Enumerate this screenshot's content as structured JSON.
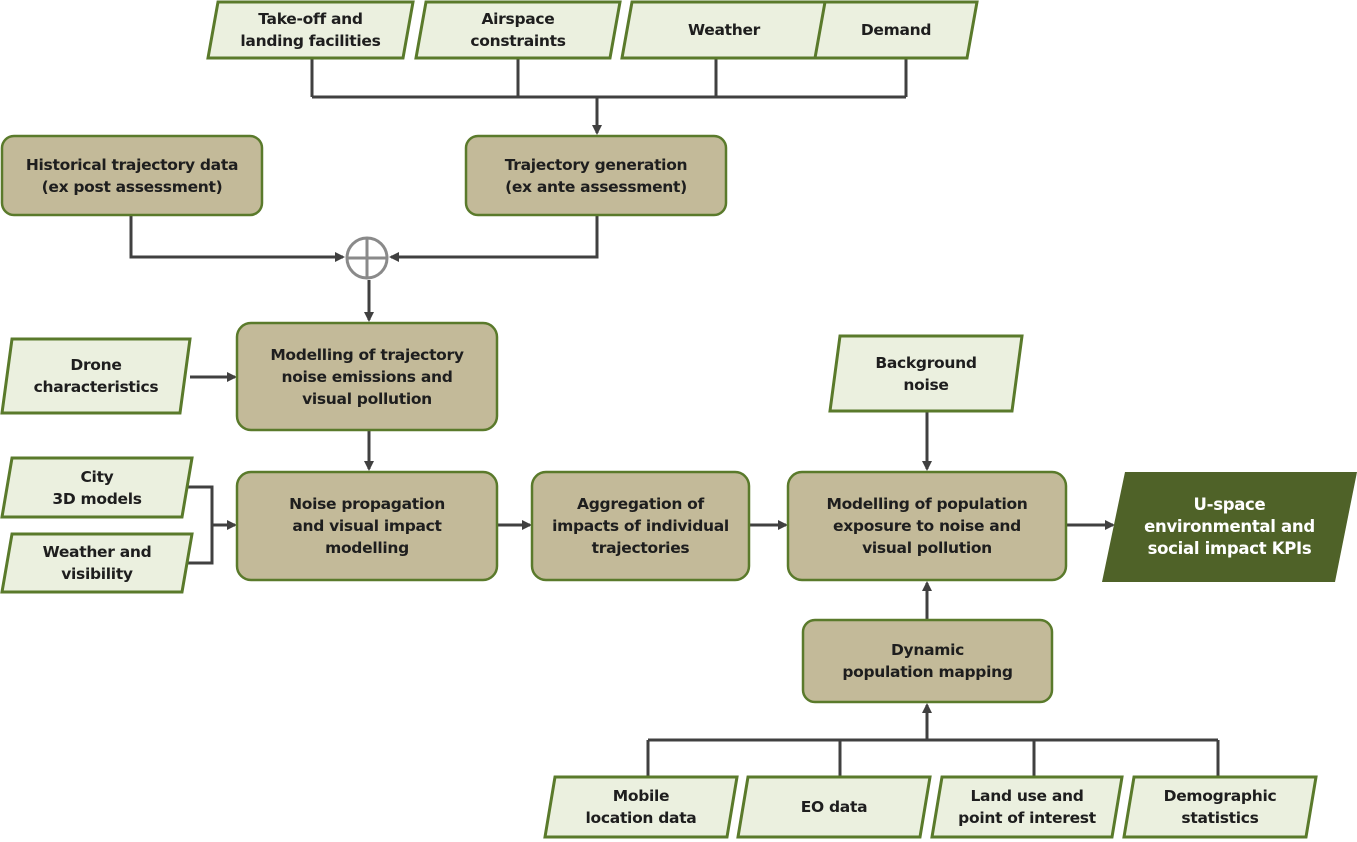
{
  "inputs_top": [
    "Take-off and\nlanding facilities",
    "Airspace\nconstraints",
    "Weather",
    "Demand"
  ],
  "processes": {
    "historical": "Historical trajectory data\n(ex post assessment)",
    "generation": "Trajectory generation\n(ex ante assessment)",
    "emissions": "Modelling of trajectory\nnoise emissions and\nvisual pollution",
    "propagation": "Noise propagation\nand visual impact\nmodelling",
    "aggregation": "Aggregation of\nimpacts of individual\ntrajectories",
    "exposure": "Modelling of population\nexposure to noise and\nvisual pollution",
    "population": "Dynamic\npopulation mapping"
  },
  "inputs_side": {
    "drone": "Drone\ncharacteristics",
    "city": "City\n3D models",
    "weather_vis": "Weather and\nvisibility",
    "background": "Background\nnoise"
  },
  "inputs_bottom": [
    "Mobile\nlocation data",
    "EO data",
    "Land use and\npoint of interest",
    "Demographic\nstatistics"
  ],
  "output": "U-space\nenvironmental and\nsocial impact KPIs",
  "colors": {
    "input_fill": "#ebf0df",
    "border": "#5a7a2b",
    "process_fill": "#c3ba99",
    "output_fill": "#4f6228",
    "line": "#404040"
  }
}
